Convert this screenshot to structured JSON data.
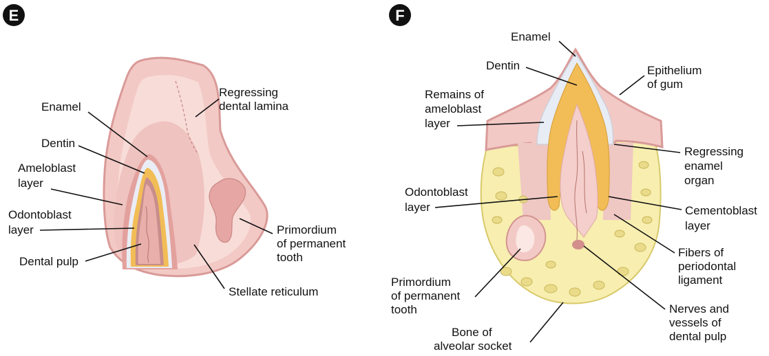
{
  "panel_e": {
    "badge": "E",
    "labels": {
      "regressing_dental_lamina": [
        "Regressing",
        "dental lamina"
      ],
      "enamel": [
        "Enamel"
      ],
      "dentin": [
        "Dentin"
      ],
      "ameloblast_layer": [
        "Ameloblast",
        "layer"
      ],
      "odontoblast_layer": [
        "Odontoblast",
        "layer"
      ],
      "dental_pulp": [
        "Dental pulp"
      ],
      "primordium_permanent_tooth": [
        "Primordium",
        "of permanent",
        "tooth"
      ],
      "stellate_reticulum": [
        "Stellate reticulum"
      ]
    }
  },
  "panel_f": {
    "badge": "F",
    "labels": {
      "enamel": [
        "Enamel"
      ],
      "dentin": [
        "Dentin"
      ],
      "epithelium_of_gum": [
        "Epithelium",
        "of gum"
      ],
      "remains_of_ameloblast_layer": [
        "Remains of",
        "ameloblast",
        "layer"
      ],
      "regressing_enamel_organ": [
        "Regressing",
        "enamel",
        "organ"
      ],
      "odontoblast_layer": [
        "Odontoblast",
        "layer"
      ],
      "cementoblast_layer": [
        "Cementoblast",
        "layer"
      ],
      "fibers_of_periodontal_ligament": [
        "Fibers of",
        "periodontal",
        "ligament"
      ],
      "primordium_permanent_tooth": [
        "Primordium",
        "of permanent",
        "tooth"
      ],
      "nerves_and_vessels": [
        "Nerves and",
        "vessels of",
        "dental pulp"
      ],
      "bone_of_alveolar_socket": [
        "Bone of",
        "alveolar socket"
      ]
    }
  },
  "colors": {
    "gum": "#f2c9c5",
    "gum_edge": "#d99a98",
    "tissue_light": "#f7dcd8",
    "dentin": "#f2bd57",
    "enamel": "#e8ecf4",
    "pulp": "#ebb6b0",
    "bone": "#f7eeb0",
    "bone_cell": "#e3d47a"
  }
}
